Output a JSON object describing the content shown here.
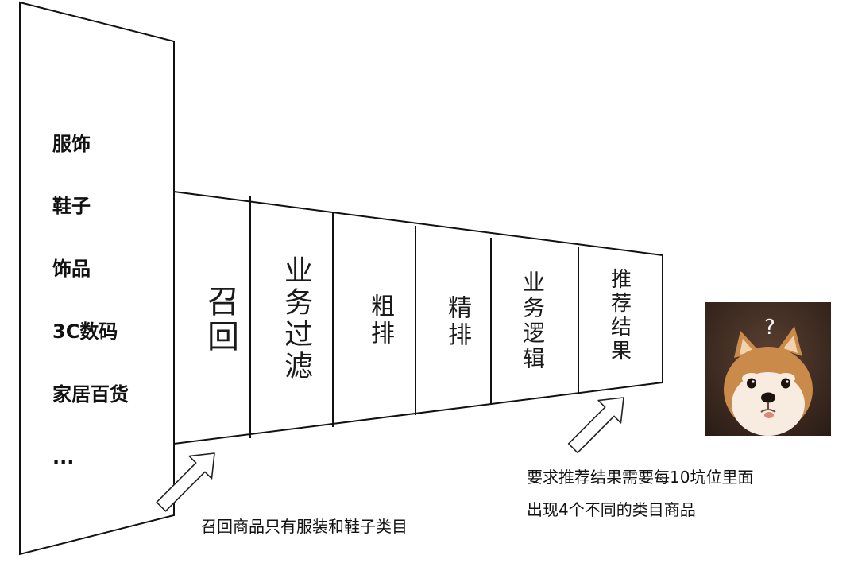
{
  "categories": [
    "服饰",
    "鞋子",
    "饰品",
    "3C数码",
    "家居百货",
    "..."
  ],
  "pipeline_stages": [
    "召回",
    "业务过滤",
    "粗排",
    "精排",
    "业务逻辑",
    "推荐结果"
  ],
  "notes": {
    "recall_note": "召回商品只有服装和鞋子类目",
    "result_note_line1": "要求推荐结果需要每10坑位里面",
    "result_note_line2": "出现4个不同的类目商品"
  },
  "dog_image": {
    "question_mark": "?"
  },
  "colors": {
    "stroke": "#111111",
    "dog_background": "#3a2a22",
    "dog_fur": "#c98a4a"
  }
}
